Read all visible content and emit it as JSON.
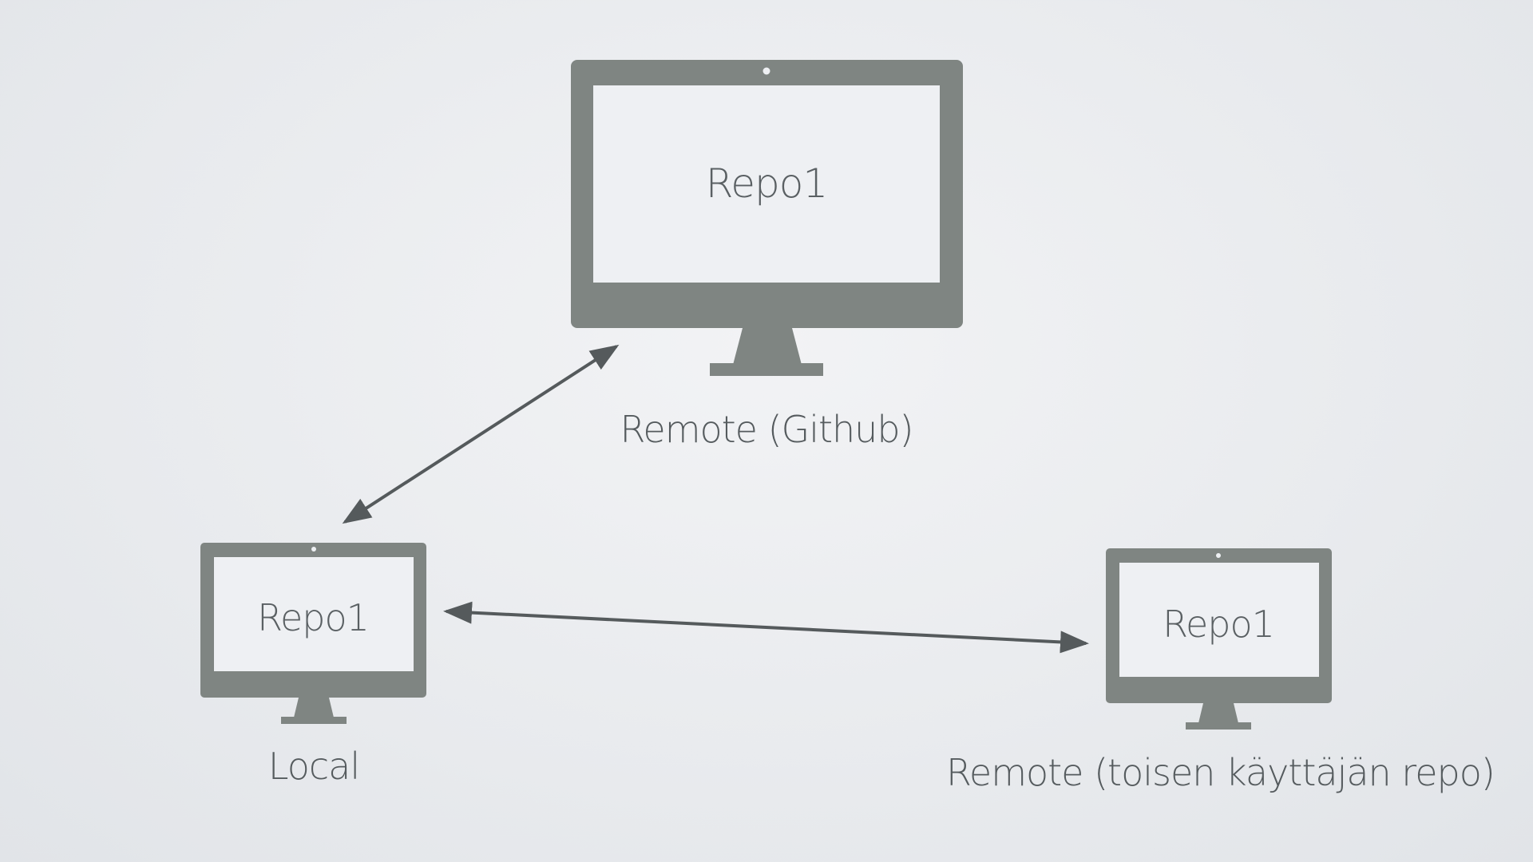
{
  "colors": {
    "monitor": "#7f8582",
    "screen": "#eef0f3",
    "arrow": "#555a5c",
    "text": "#555b5e",
    "background": "#eceef1"
  },
  "nodes": {
    "remote_github": {
      "screen_label": "Repo1",
      "caption": "Remote (Github)",
      "icon": "desktop-monitor-icon"
    },
    "local": {
      "screen_label": "Repo1",
      "caption": "Local",
      "icon": "desktop-monitor-icon"
    },
    "remote_other": {
      "screen_label": "Repo1",
      "caption": "Remote (toisen käyttäjän repo)",
      "icon": "desktop-monitor-icon"
    }
  },
  "edges": [
    {
      "from": "local",
      "to": "remote_github",
      "direction": "bidirectional"
    },
    {
      "from": "local",
      "to": "remote_other",
      "direction": "bidirectional"
    }
  ]
}
